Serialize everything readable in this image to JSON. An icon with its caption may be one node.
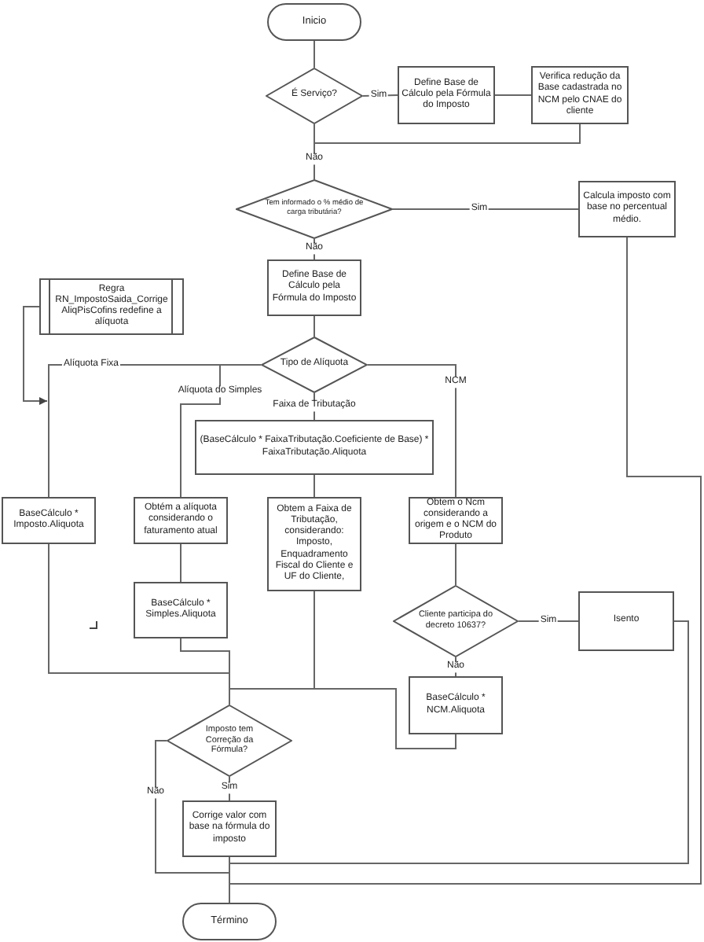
{
  "diagram": {
    "nodes": [
      {
        "text": [
          "Inicio"
        ]
      },
      {
        "text": [
          "É Serviço?"
        ]
      },
      {
        "text": [
          "Define Base de Cálculo pela Fórmula do Imposto"
        ]
      },
      {
        "text": [
          "Verifica redução da Base cadastrada no NCM pelo CNAE do cliente"
        ]
      },
      {
        "text": [
          "Tem informado o % médio de carga tributária?"
        ]
      },
      {
        "text": [
          "Calcula imposto com base no percentual médio."
        ]
      },
      {
        "text": [
          "Define Base de Cálculo pela Fórmula do Imposto"
        ]
      },
      {
        "text": [
          "Regra RN_ImpostoSaida_Corrige AliqPisCofins redefine a alíquota"
        ]
      },
      {
        "text": [
          "Tipo de Alíquota"
        ]
      },
      {
        "text": [
          "(BaseCálculo * FaixaTributação.Coeficiente de Base) * FaixaTributação.Aliquota"
        ]
      },
      {
        "text": [
          "BaseCálculo * Imposto.Aliquota"
        ]
      },
      {
        "text": [
          "Obtém a alíquota considerando o faturamento atual"
        ]
      },
      {
        "text": [
          "Obtem a Faixa de Tributação, considerando: Imposto, Enquadramento Fiscal do Cliente e UF do Cliente,"
        ]
      },
      {
        "text": [
          "Obtem o Ncm considerando a origem e o NCM do Produto"
        ]
      },
      {
        "text": [
          "BaseCálculo * Simples.Aliquota"
        ]
      },
      {
        "text": [
          "Cliente participa do decreto 10637?"
        ]
      },
      {
        "text": [
          "Isento"
        ]
      },
      {
        "text": [
          "BaseCálculo * NCM.Aliquota"
        ]
      },
      {
        "text": [
          "Imposto tem Correção da Fórmula?"
        ]
      },
      {
        "text": [
          "Corrige valor com base na fórmula do imposto"
        ]
      },
      {
        "text": [
          "Término"
        ]
      }
    ],
    "edges": [
      {
        "from": 0,
        "to": 1,
        "arrow": "none"
      },
      {
        "from": 1,
        "to": 2,
        "label": "Sim",
        "arrow": "none"
      },
      {
        "from": 2,
        "to": 3,
        "arrow": "none"
      },
      {
        "from": 3,
        "to": 4,
        "arrow": "none"
      },
      {
        "from": 1,
        "to": 4,
        "label": "Não",
        "arrow": "none"
      },
      {
        "from": 4,
        "to": 5,
        "label": "Sim",
        "arrow": "none"
      },
      {
        "from": 4,
        "to": 6,
        "label": "Não",
        "arrow": "none"
      },
      {
        "from": 6,
        "to": 8,
        "arrow": "none"
      },
      {
        "from": 7,
        "to": null,
        "arrow": "to"
      },
      {
        "from": 8,
        "to": 10,
        "label": "Alíquota Fixa",
        "arrow": "none"
      },
      {
        "from": 8,
        "to": 11,
        "label": "Alíquota do Simples",
        "arrow": "none"
      },
      {
        "from": 8,
        "to": 9,
        "label": "Faixa de Tributação",
        "arrow": "none"
      },
      {
        "from": 8,
        "to": 13,
        "label": "NCM",
        "arrow": "none"
      },
      {
        "from": 9,
        "to": 12,
        "arrow": "none"
      },
      {
        "from": 11,
        "to": 14,
        "arrow": "none"
      },
      {
        "from": 13,
        "to": 15,
        "arrow": "none"
      },
      {
        "from": 15,
        "to": 16,
        "label": "Sim",
        "arrow": "none"
      },
      {
        "from": 15,
        "to": 17,
        "label": "Não",
        "arrow": "none"
      },
      {
        "from": 10,
        "to": 18,
        "arrow": "none"
      },
      {
        "from": 14,
        "to": 18,
        "arrow": "none"
      },
      {
        "from": 12,
        "to": 18,
        "arrow": "none"
      },
      {
        "from": 17,
        "to": 18,
        "arrow": "none"
      },
      {
        "from": 18,
        "to": 19,
        "label": "Sim",
        "arrow": "none"
      },
      {
        "from": 18,
        "to": 20,
        "label": "Não",
        "arrow": "none"
      },
      {
        "from": 19,
        "to": 20,
        "arrow": "none"
      },
      {
        "from": 16,
        "to": 20,
        "arrow": "none"
      },
      {
        "from": 5,
        "to": 20,
        "arrow": "none"
      }
    ]
  }
}
